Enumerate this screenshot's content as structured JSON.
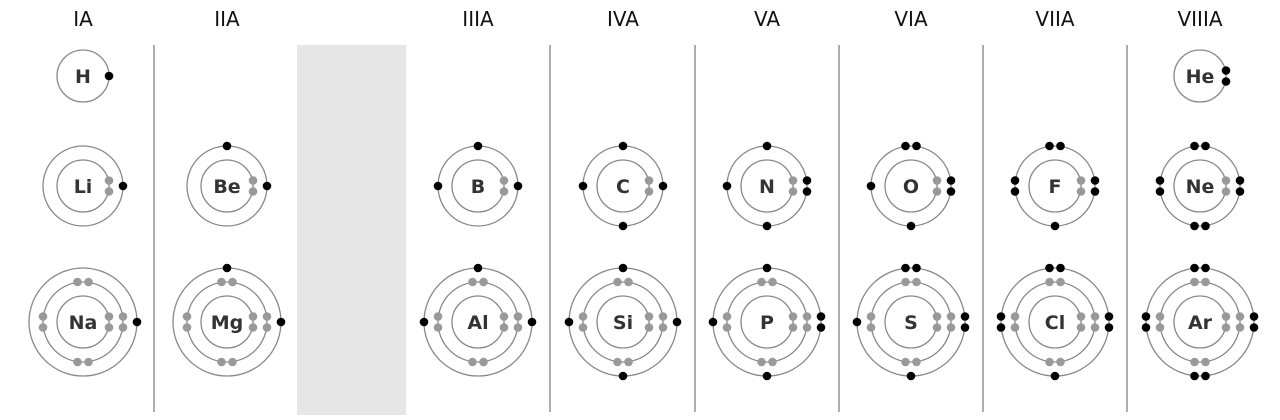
{
  "colors": {
    "shell": "#888888",
    "inner_electron": "#999999",
    "valence_electron": "#000000",
    "divider": "#999999",
    "gap_panel": "#e6e6e6",
    "symbol_text": "#333333",
    "label_text": "#111111"
  },
  "groups": [
    {
      "label": "IA",
      "elements": [
        {
          "symbol": "H",
          "valence": 1,
          "period": 1
        },
        {
          "symbol": "Li",
          "valence": 1,
          "period": 2
        },
        {
          "symbol": "Na",
          "valence": 1,
          "period": 3
        }
      ]
    },
    {
      "label": "IIA",
      "elements": [
        {
          "symbol": "Be",
          "valence": 2,
          "period": 2
        },
        {
          "symbol": "Mg",
          "valence": 2,
          "period": 3
        }
      ]
    },
    {
      "label": "",
      "gap": true,
      "elements": []
    },
    {
      "label": "IIIA",
      "elements": [
        {
          "symbol": "B",
          "valence": 3,
          "period": 2
        },
        {
          "symbol": "Al",
          "valence": 3,
          "period": 3
        }
      ]
    },
    {
      "label": "IVA",
      "elements": [
        {
          "symbol": "C",
          "valence": 4,
          "period": 2
        },
        {
          "symbol": "Si",
          "valence": 4,
          "period": 3
        }
      ]
    },
    {
      "label": "VA",
      "elements": [
        {
          "symbol": "N",
          "valence": 5,
          "period": 2
        },
        {
          "symbol": "P",
          "valence": 5,
          "period": 3
        }
      ]
    },
    {
      "label": "VIA",
      "elements": [
        {
          "symbol": "O",
          "valence": 6,
          "period": 2
        },
        {
          "symbol": "S",
          "valence": 6,
          "period": 3
        }
      ]
    },
    {
      "label": "VIIA",
      "elements": [
        {
          "symbol": "F",
          "valence": 7,
          "period": 2
        },
        {
          "symbol": "Cl",
          "valence": 7,
          "period": 3
        }
      ]
    },
    {
      "label": "VIIIA",
      "elements": [
        {
          "symbol": "He",
          "valence": 2,
          "period": 1
        },
        {
          "symbol": "Ne",
          "valence": 8,
          "period": 2
        },
        {
          "symbol": "Ar",
          "valence": 8,
          "period": 3
        }
      ]
    }
  ]
}
